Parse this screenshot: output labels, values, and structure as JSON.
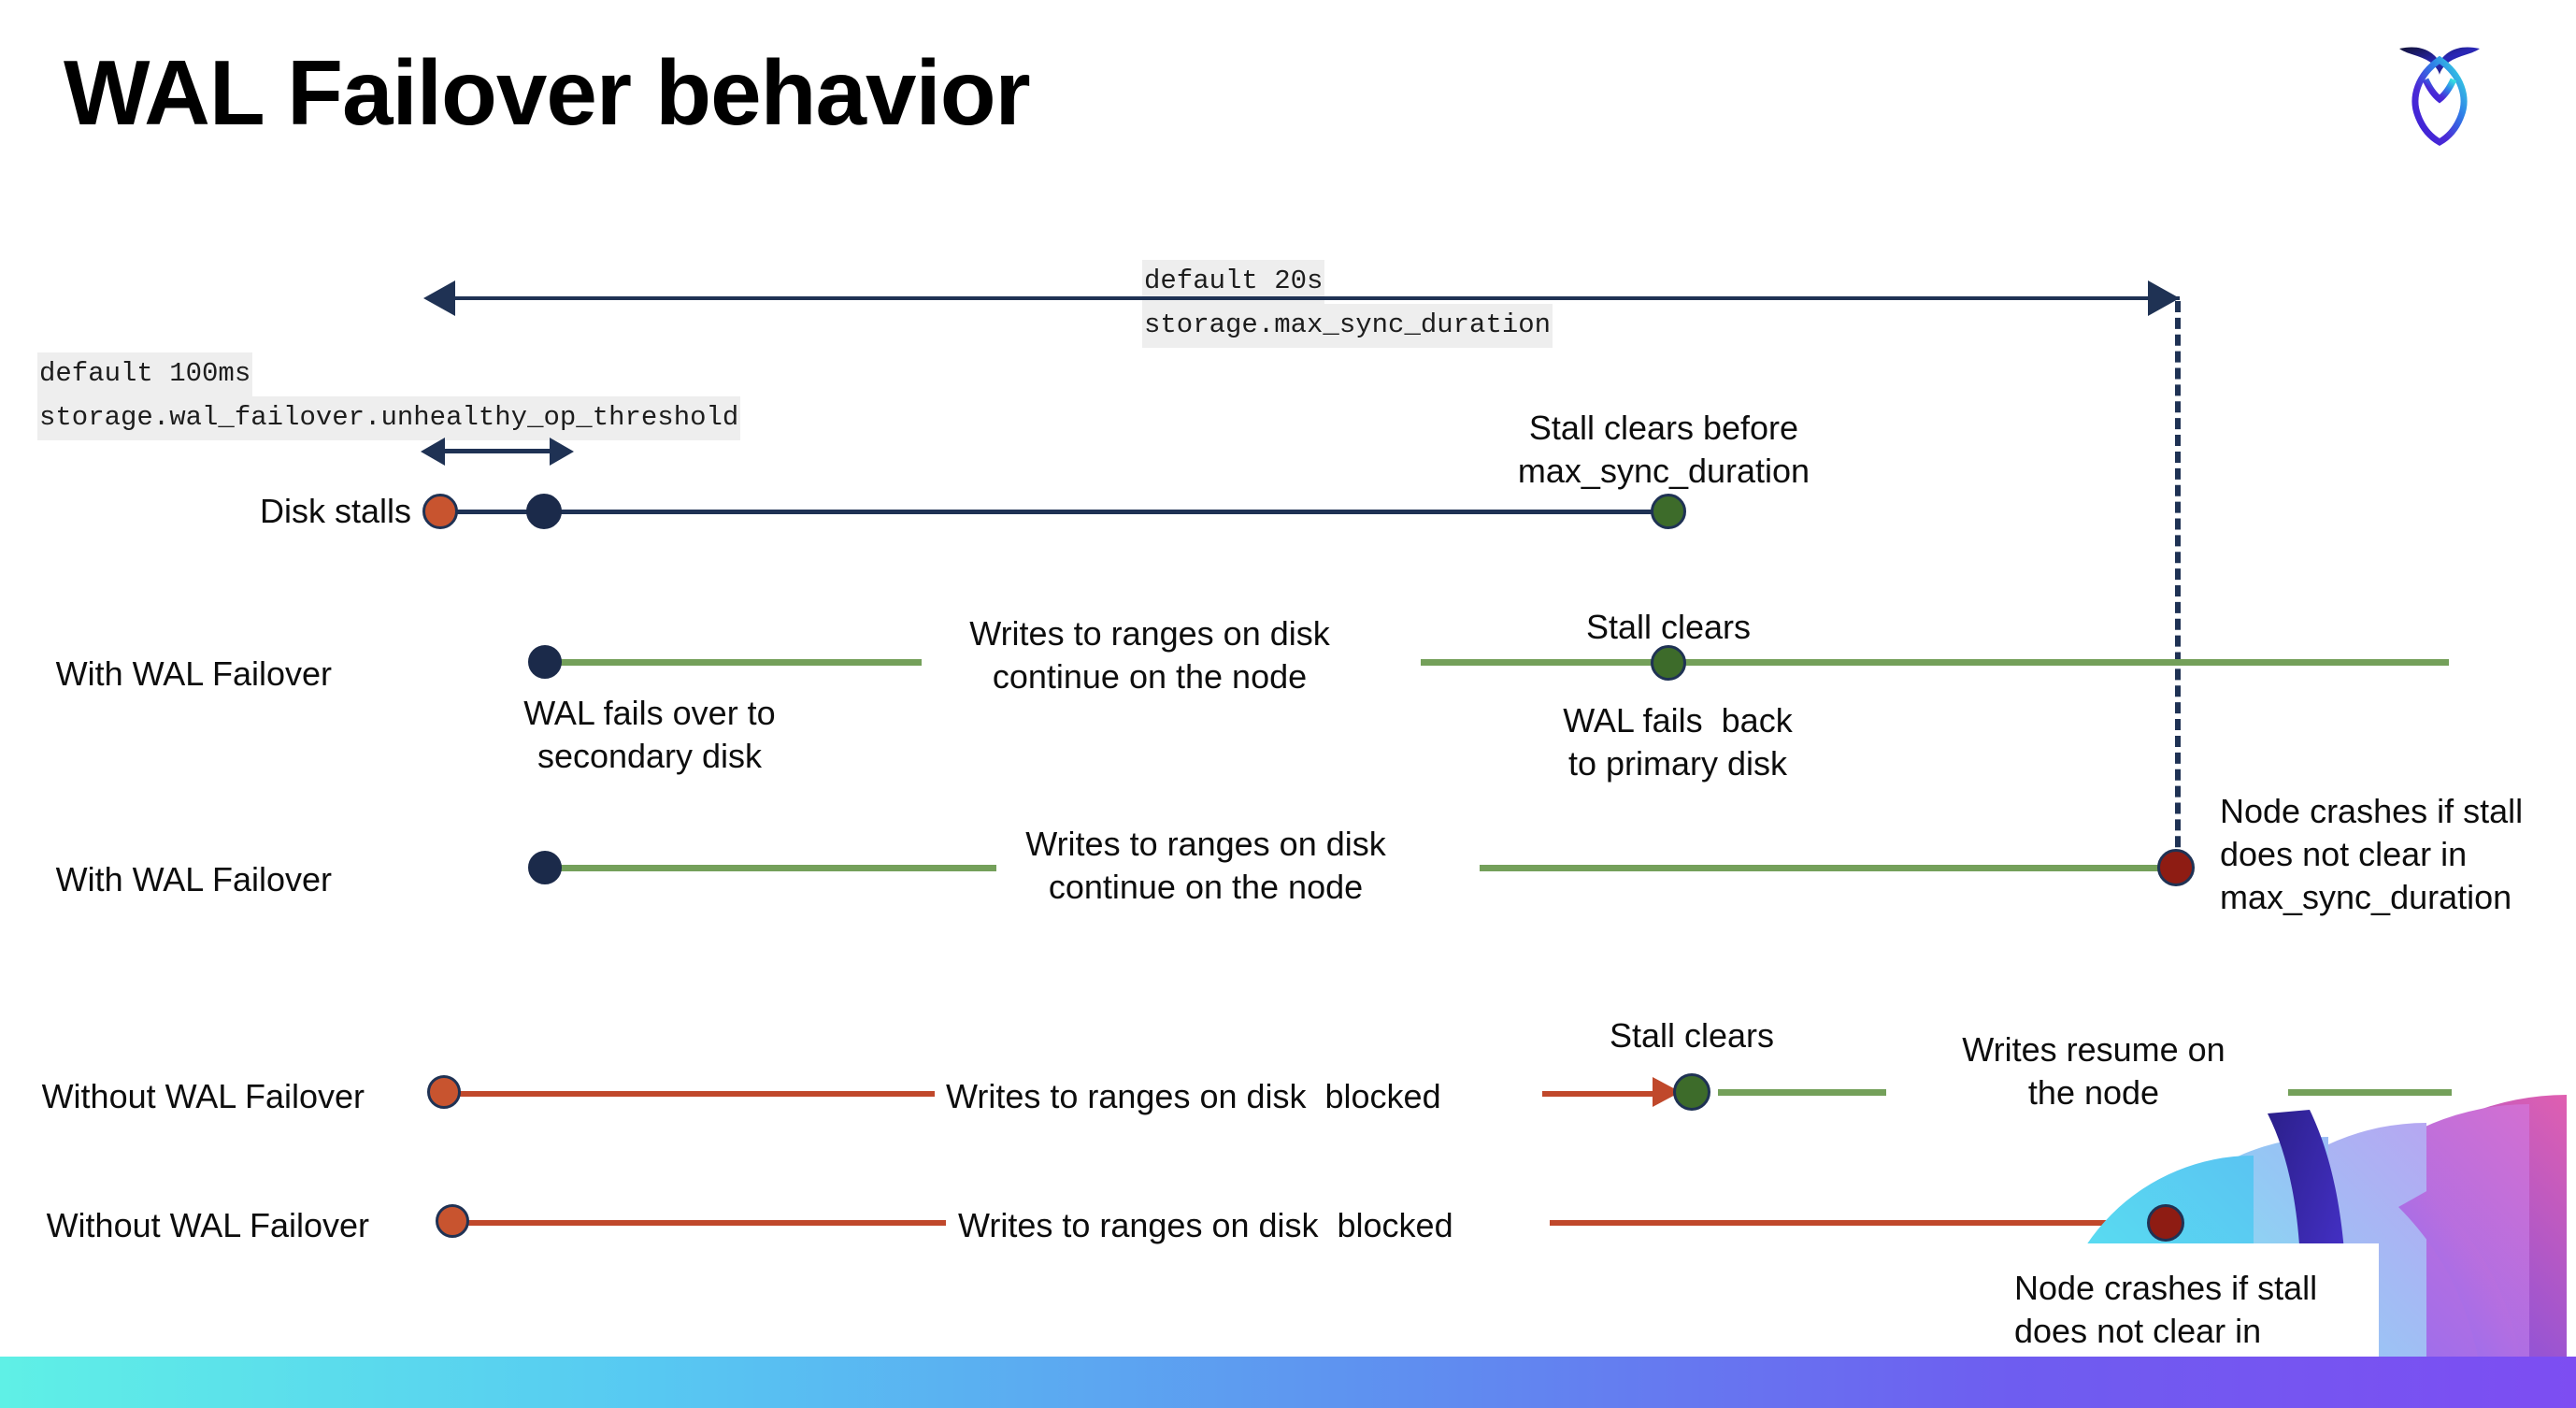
{
  "slide": {
    "title": "WAL Failover behavior",
    "logo_name": "cockroachdb-logo"
  },
  "annotations": {
    "max_sync": {
      "default": "default 20s",
      "setting": "storage.max_sync_duration"
    },
    "unhealthy_threshold": {
      "default": "default 100ms",
      "setting": "storage.wal_failover.unhealthy_op_threshold"
    }
  },
  "rows": [
    {
      "id": "disk-stalls",
      "label": "Disk stalls",
      "note_top": "Stall clears before\nmax_sync_duration"
    },
    {
      "id": "with-wal-failover-clears",
      "label": "With WAL Failover",
      "note_mid": "Writes to ranges on disk\ncontinue on the node",
      "note_start": "WAL fails over to\nsecondary disk",
      "note_top": "Stall clears",
      "note_end": "WAL fails  back\nto primary disk"
    },
    {
      "id": "with-wal-failover-crash",
      "label": "With WAL Failover",
      "note_mid": "Writes to ranges on disk\ncontinue on the node",
      "note_end": "Node crashes if stall\ndoes not clear in\nmax_sync_duration"
    },
    {
      "id": "without-wal-failover-clears",
      "label": "Without WAL Failover",
      "note_mid": "Writes to ranges on disk  blocked",
      "note_top": "Stall clears",
      "note_end": "Writes resume on\nthe node"
    },
    {
      "id": "without-wal-failover-crash",
      "label": "Without WAL Failover",
      "note_mid": "Writes to ranges on disk  blocked",
      "note_end": "Node crashes if stall\ndoes not clear in\nmax_sync_duration"
    }
  ],
  "colors": {
    "navy": "#1f3254",
    "green_line": "#74a05a",
    "green_dot": "#3d6b2a",
    "orange_line": "#c0482b",
    "orange_dot": "#c8542f",
    "dark_red_dot": "#8e1c13",
    "code_bg": "#eeeeee"
  }
}
